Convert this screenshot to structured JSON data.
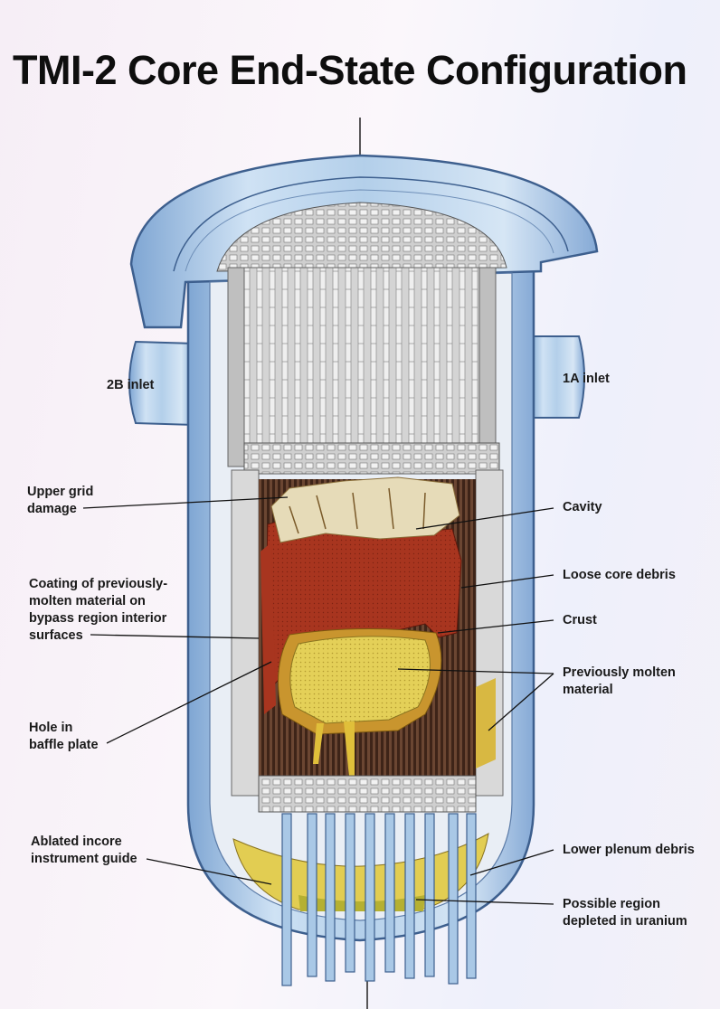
{
  "title": "TMI-2 Core End-State Configuration",
  "labels": {
    "inlet_2b": "2B inlet",
    "inlet_1a": "1A inlet",
    "upper_grid": [
      "Upper grid",
      "damage"
    ],
    "coating": [
      "Coating of previously-",
      "molten material on",
      "bypass region interior",
      "surfaces"
    ],
    "hole": [
      "Hole in",
      "baffle plate"
    ],
    "ablated": [
      "Ablated incore",
      "instrument guide"
    ],
    "cavity": "Cavity",
    "loose": "Loose core debris",
    "crust": "Crust",
    "prev_molten": [
      "Previously molten",
      "material"
    ],
    "lower_plenum": "Lower plenum debris",
    "depleted": [
      "Possible region",
      "depleted in uranium"
    ]
  },
  "colors": {
    "vessel": "#a9c8e6",
    "vessel_dark": "#6f93bf",
    "vessel_light": "#d8e8f6",
    "internals": "#c9c9c9",
    "debris_red": "#a83520",
    "molten_yellow": "#e2cd52",
    "crust_orange": "#c9952e",
    "rubble": "#e6dbb8",
    "core_rods": "#5a3a2a"
  }
}
